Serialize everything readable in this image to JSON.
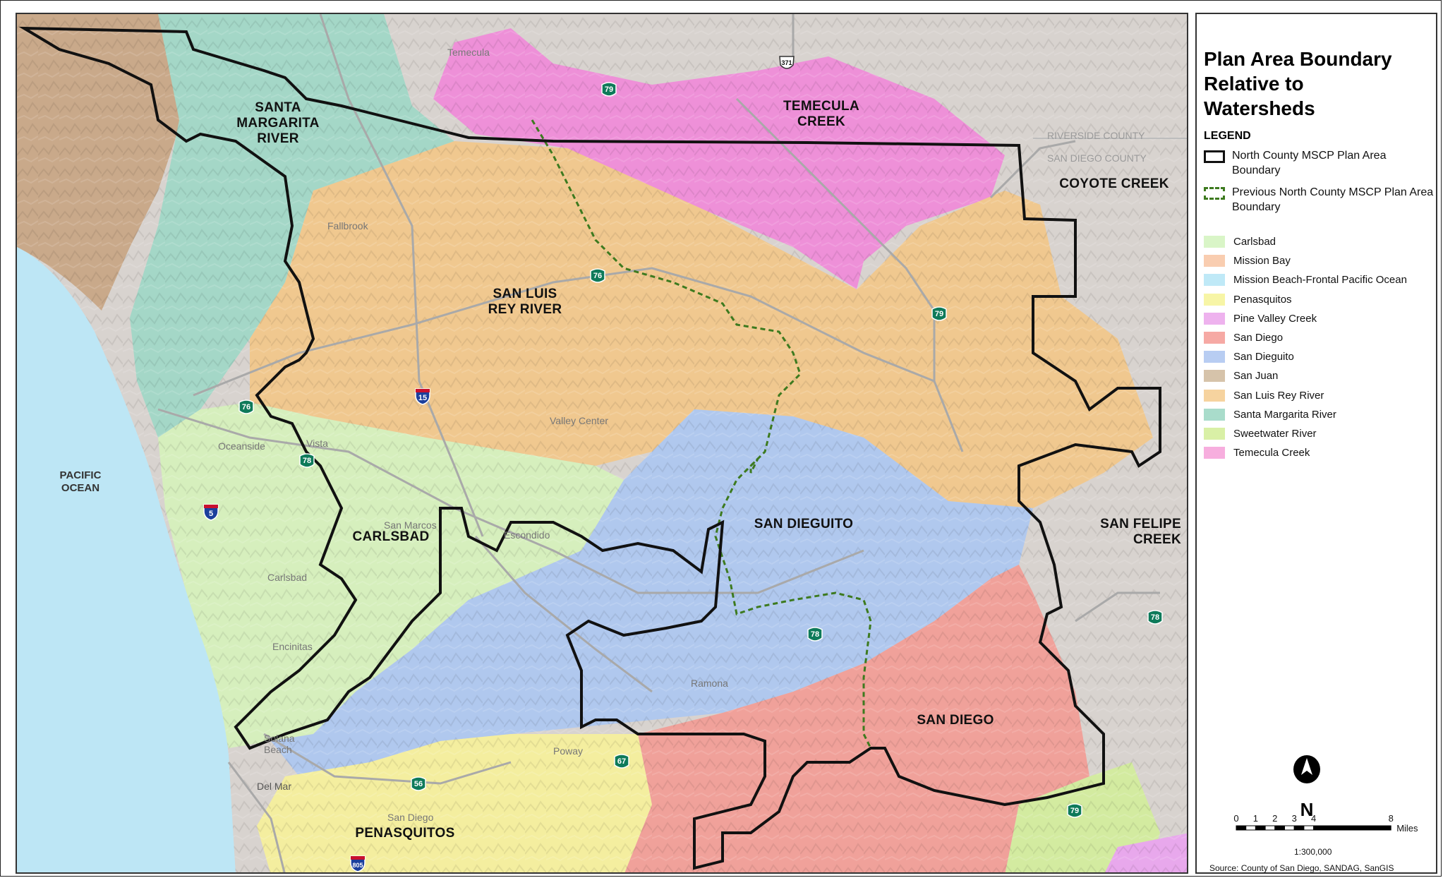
{
  "map": {
    "watershed_labels": [
      {
        "id": "santa-margarita",
        "text": "SANTA\nMARGARITA\nRIVER"
      },
      {
        "id": "temecula",
        "text": "TEMECULA\nCREEK"
      },
      {
        "id": "coyote",
        "text": "COYOTE CREEK"
      },
      {
        "id": "san-luis-rey",
        "text": "SAN LUIS\nREY RIVER"
      },
      {
        "id": "san-dieguito",
        "text": "SAN DIEGUITO"
      },
      {
        "id": "san-felipe",
        "text": "SAN FELIPE\nCREEK"
      },
      {
        "id": "carlsbad",
        "text": "CARLSBAD"
      },
      {
        "id": "san-diego",
        "text": "SAN DIEGO"
      },
      {
        "id": "penasquitos",
        "text": "PENASQUITOS"
      }
    ],
    "ocean_label": "PACIFIC\nOCEAN",
    "county_labels": [
      "RIVERSIDE COUNTY",
      "SAN DIEGO COUNTY"
    ],
    "place_labels": [
      "Fallbrook",
      "Valley Center",
      "Oceanside",
      "Vista",
      "San Marcos",
      "Escondido",
      "Carlsbad",
      "Encinitas",
      "Solana Beach",
      "Del Mar",
      "Poway",
      "Ramona",
      "San Diego",
      "Temecula"
    ],
    "highway_shields": [
      {
        "id": "79a",
        "number": "79",
        "kind": "state"
      },
      {
        "id": "371",
        "number": "371",
        "kind": "us"
      },
      {
        "id": "76a",
        "number": "76",
        "kind": "state"
      },
      {
        "id": "79b",
        "number": "79",
        "kind": "state"
      },
      {
        "id": "15",
        "number": "15",
        "kind": "interstate"
      },
      {
        "id": "76b",
        "number": "76",
        "kind": "state"
      },
      {
        "id": "78a",
        "number": "78",
        "kind": "state"
      },
      {
        "id": "5",
        "number": "5",
        "kind": "interstate"
      },
      {
        "id": "78b",
        "number": "78",
        "kind": "state"
      },
      {
        "id": "78c",
        "number": "78",
        "kind": "state"
      },
      {
        "id": "67",
        "number": "67",
        "kind": "state"
      },
      {
        "id": "56",
        "number": "56",
        "kind": "state"
      },
      {
        "id": "79c",
        "number": "79",
        "kind": "state"
      },
      {
        "id": "805",
        "number": "805",
        "kind": "interstate"
      }
    ]
  },
  "legend": {
    "title": "Plan Area Boundary\nRelative to\nWatersheds",
    "heading": "LEGEND",
    "boundary_items": [
      {
        "label": "North County MSCP Plan Area Boundary",
        "style": "solid-black"
      },
      {
        "label": "Previous North County MSCP Plan Area Boundary",
        "style": "dashed-green"
      }
    ],
    "watersheds": [
      {
        "label": "Carlsbad",
        "color": "#d9f5c7"
      },
      {
        "label": "Mission Bay",
        "color": "#f9cdb0"
      },
      {
        "label": "Mission Beach-Frontal Pacific Ocean",
        "color": "#bfe9f7"
      },
      {
        "label": "Penasquitos",
        "color": "#f7f5a6"
      },
      {
        "label": "Pine Valley Creek",
        "color": "#eeb2ee"
      },
      {
        "label": "San Diego",
        "color": "#f6a9a4"
      },
      {
        "label": "San Dieguito",
        "color": "#b8cdf2"
      },
      {
        "label": "San Juan",
        "color": "#d6c3aa"
      },
      {
        "label": "San Luis Rey River",
        "color": "#f6d39f"
      },
      {
        "label": "Santa Margarita River",
        "color": "#a9dccb"
      },
      {
        "label": "Sweetwater River",
        "color": "#d9f0a6"
      },
      {
        "label": "Temecula Creek",
        "color": "#f7aede"
      }
    ],
    "north_label": "N",
    "scale_ticks": [
      "0",
      "1",
      "2",
      "3",
      "4",
      "8"
    ],
    "scale_unit": "Miles",
    "scale_ratio": "1:300,000",
    "source": "Source: County of San Diego, SANDAG, SanGIS"
  }
}
